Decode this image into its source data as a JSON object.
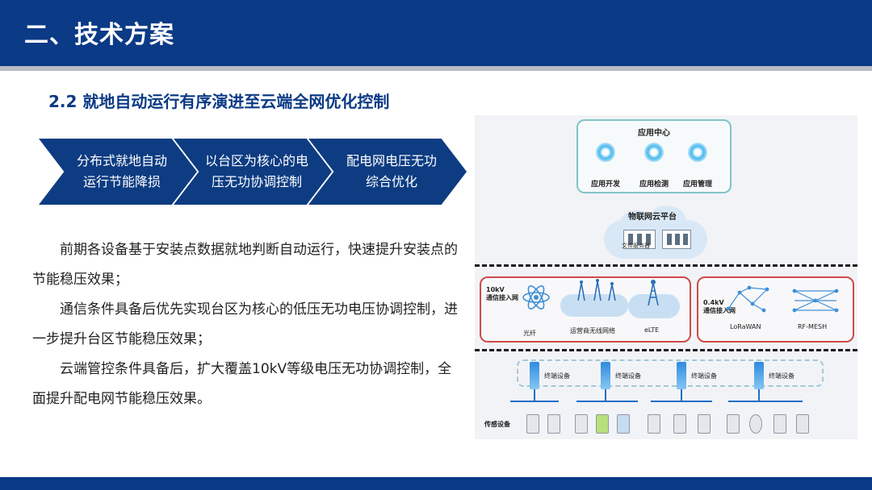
{
  "header": {
    "title": "二、技术方案"
  },
  "section": {
    "title": "2.2 就地自动运行有序演进至云端全网优化控制"
  },
  "steps": [
    {
      "line1": "分布式就地自动",
      "line2": "运行节能降损"
    },
    {
      "line1": "以台区为核心的电",
      "line2": "压无功协调控制"
    },
    {
      "line1": "配电网电压无功",
      "line2": "综合优化"
    }
  ],
  "body": {
    "paragraphs": [
      "前期各设备基于安装点数据就地判断自动运行，快速提升安装点的节能稳压效果；",
      "通信条件具备后优先实现台区为核心的低压无功电压协调控制，进一步提升台区节能稳压效果；",
      "云端管控条件具备后，扩大覆盖10kV等级电压无功协调控制，全面提升配电网节能稳压效果。"
    ]
  },
  "diagram": {
    "app_center": {
      "title": "应用中心",
      "apps": [
        "应用开发",
        "应用检测",
        "应用管理"
      ]
    },
    "iot_platform": {
      "title": "物联网云平台",
      "file_service": "文件服务器"
    },
    "comm_10kv": {
      "title_line1": "10kV",
      "title_line2": "通信接入网",
      "items": [
        "光纤",
        "运营商无线网络",
        "eLTE"
      ]
    },
    "comm_04kv": {
      "title_line1": "0.4kV",
      "title_line2": "通信接入网",
      "items": [
        "LoRaWAN",
        "RF-MESH"
      ]
    },
    "terminals": {
      "label": "终端设备",
      "count": 4
    },
    "sensors": {
      "label": "传感设备"
    }
  },
  "colors": {
    "brand_blue": "#0b3a86",
    "chevron_blue": "#0d3c82",
    "frame_red": "#d04a4a",
    "frame_teal": "#7fc4c8"
  }
}
